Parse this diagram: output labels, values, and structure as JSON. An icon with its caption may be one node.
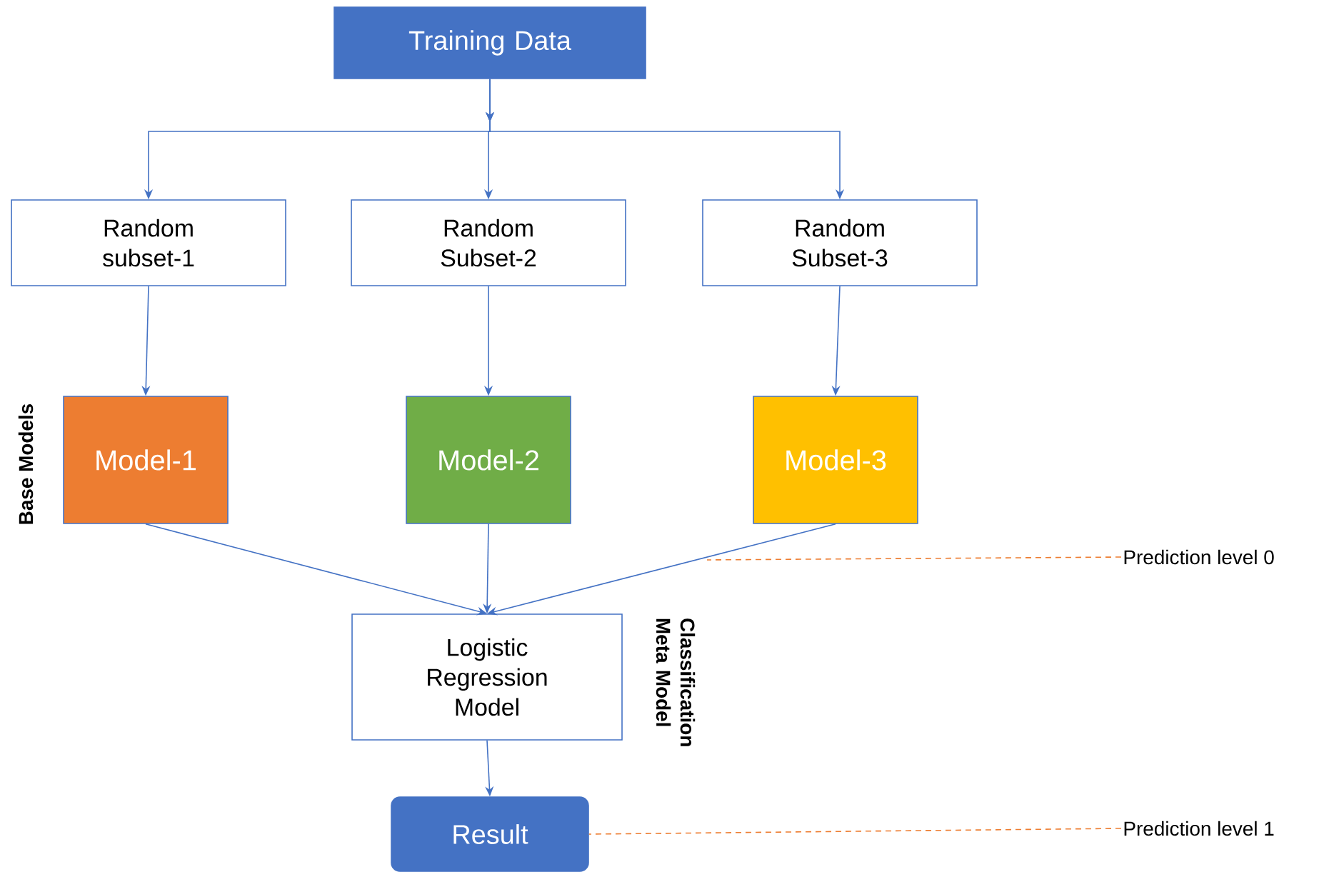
{
  "diagram": {
    "nodes": [
      {
        "text": [
          "Training Data"
        ]
      },
      {
        "text": [
          "Random subset-1"
        ]
      },
      {
        "text": [
          "Random Subset-2"
        ]
      },
      {
        "text": [
          "Random Subset-3"
        ]
      },
      {
        "text": [
          "Model-1"
        ]
      },
      {
        "text": [
          "Model-2"
        ]
      },
      {
        "text": [
          "Model-3"
        ]
      },
      {
        "text": [
          "Logistic Regression Model"
        ]
      },
      {
        "text": [
          "Result"
        ]
      },
      {
        "text": [
          "Prediction level 0"
        ]
      },
      {
        "text": [
          "Prediction level 1"
        ]
      }
    ],
    "edges": [
      {
        "from": 0,
        "to": 1,
        "arrow": "to"
      },
      {
        "from": 0,
        "to": 2,
        "arrow": "to"
      },
      {
        "from": 0,
        "to": 3,
        "arrow": "to"
      },
      {
        "from": 1,
        "to": 4,
        "arrow": "to"
      },
      {
        "from": 2,
        "to": 5,
        "arrow": "to"
      },
      {
        "from": 3,
        "to": 6,
        "arrow": "to"
      },
      {
        "from": 4,
        "to": 7,
        "arrow": "to"
      },
      {
        "from": 5,
        "to": 7,
        "arrow": "to"
      },
      {
        "from": 6,
        "to": 7,
        "arrow": "to"
      },
      {
        "from": 7,
        "to": 8,
        "arrow": "to"
      },
      {
        "from": 9,
        "to": null,
        "arrow": "none",
        "style": "dashed",
        "color": "#ed7d31"
      },
      {
        "from": 10,
        "to": 8,
        "arrow": "none",
        "style": "dashed",
        "color": "#ed7d31"
      }
    ],
    "labels": [
      "Base Models",
      "Classification Meta Model"
    ]
  }
}
